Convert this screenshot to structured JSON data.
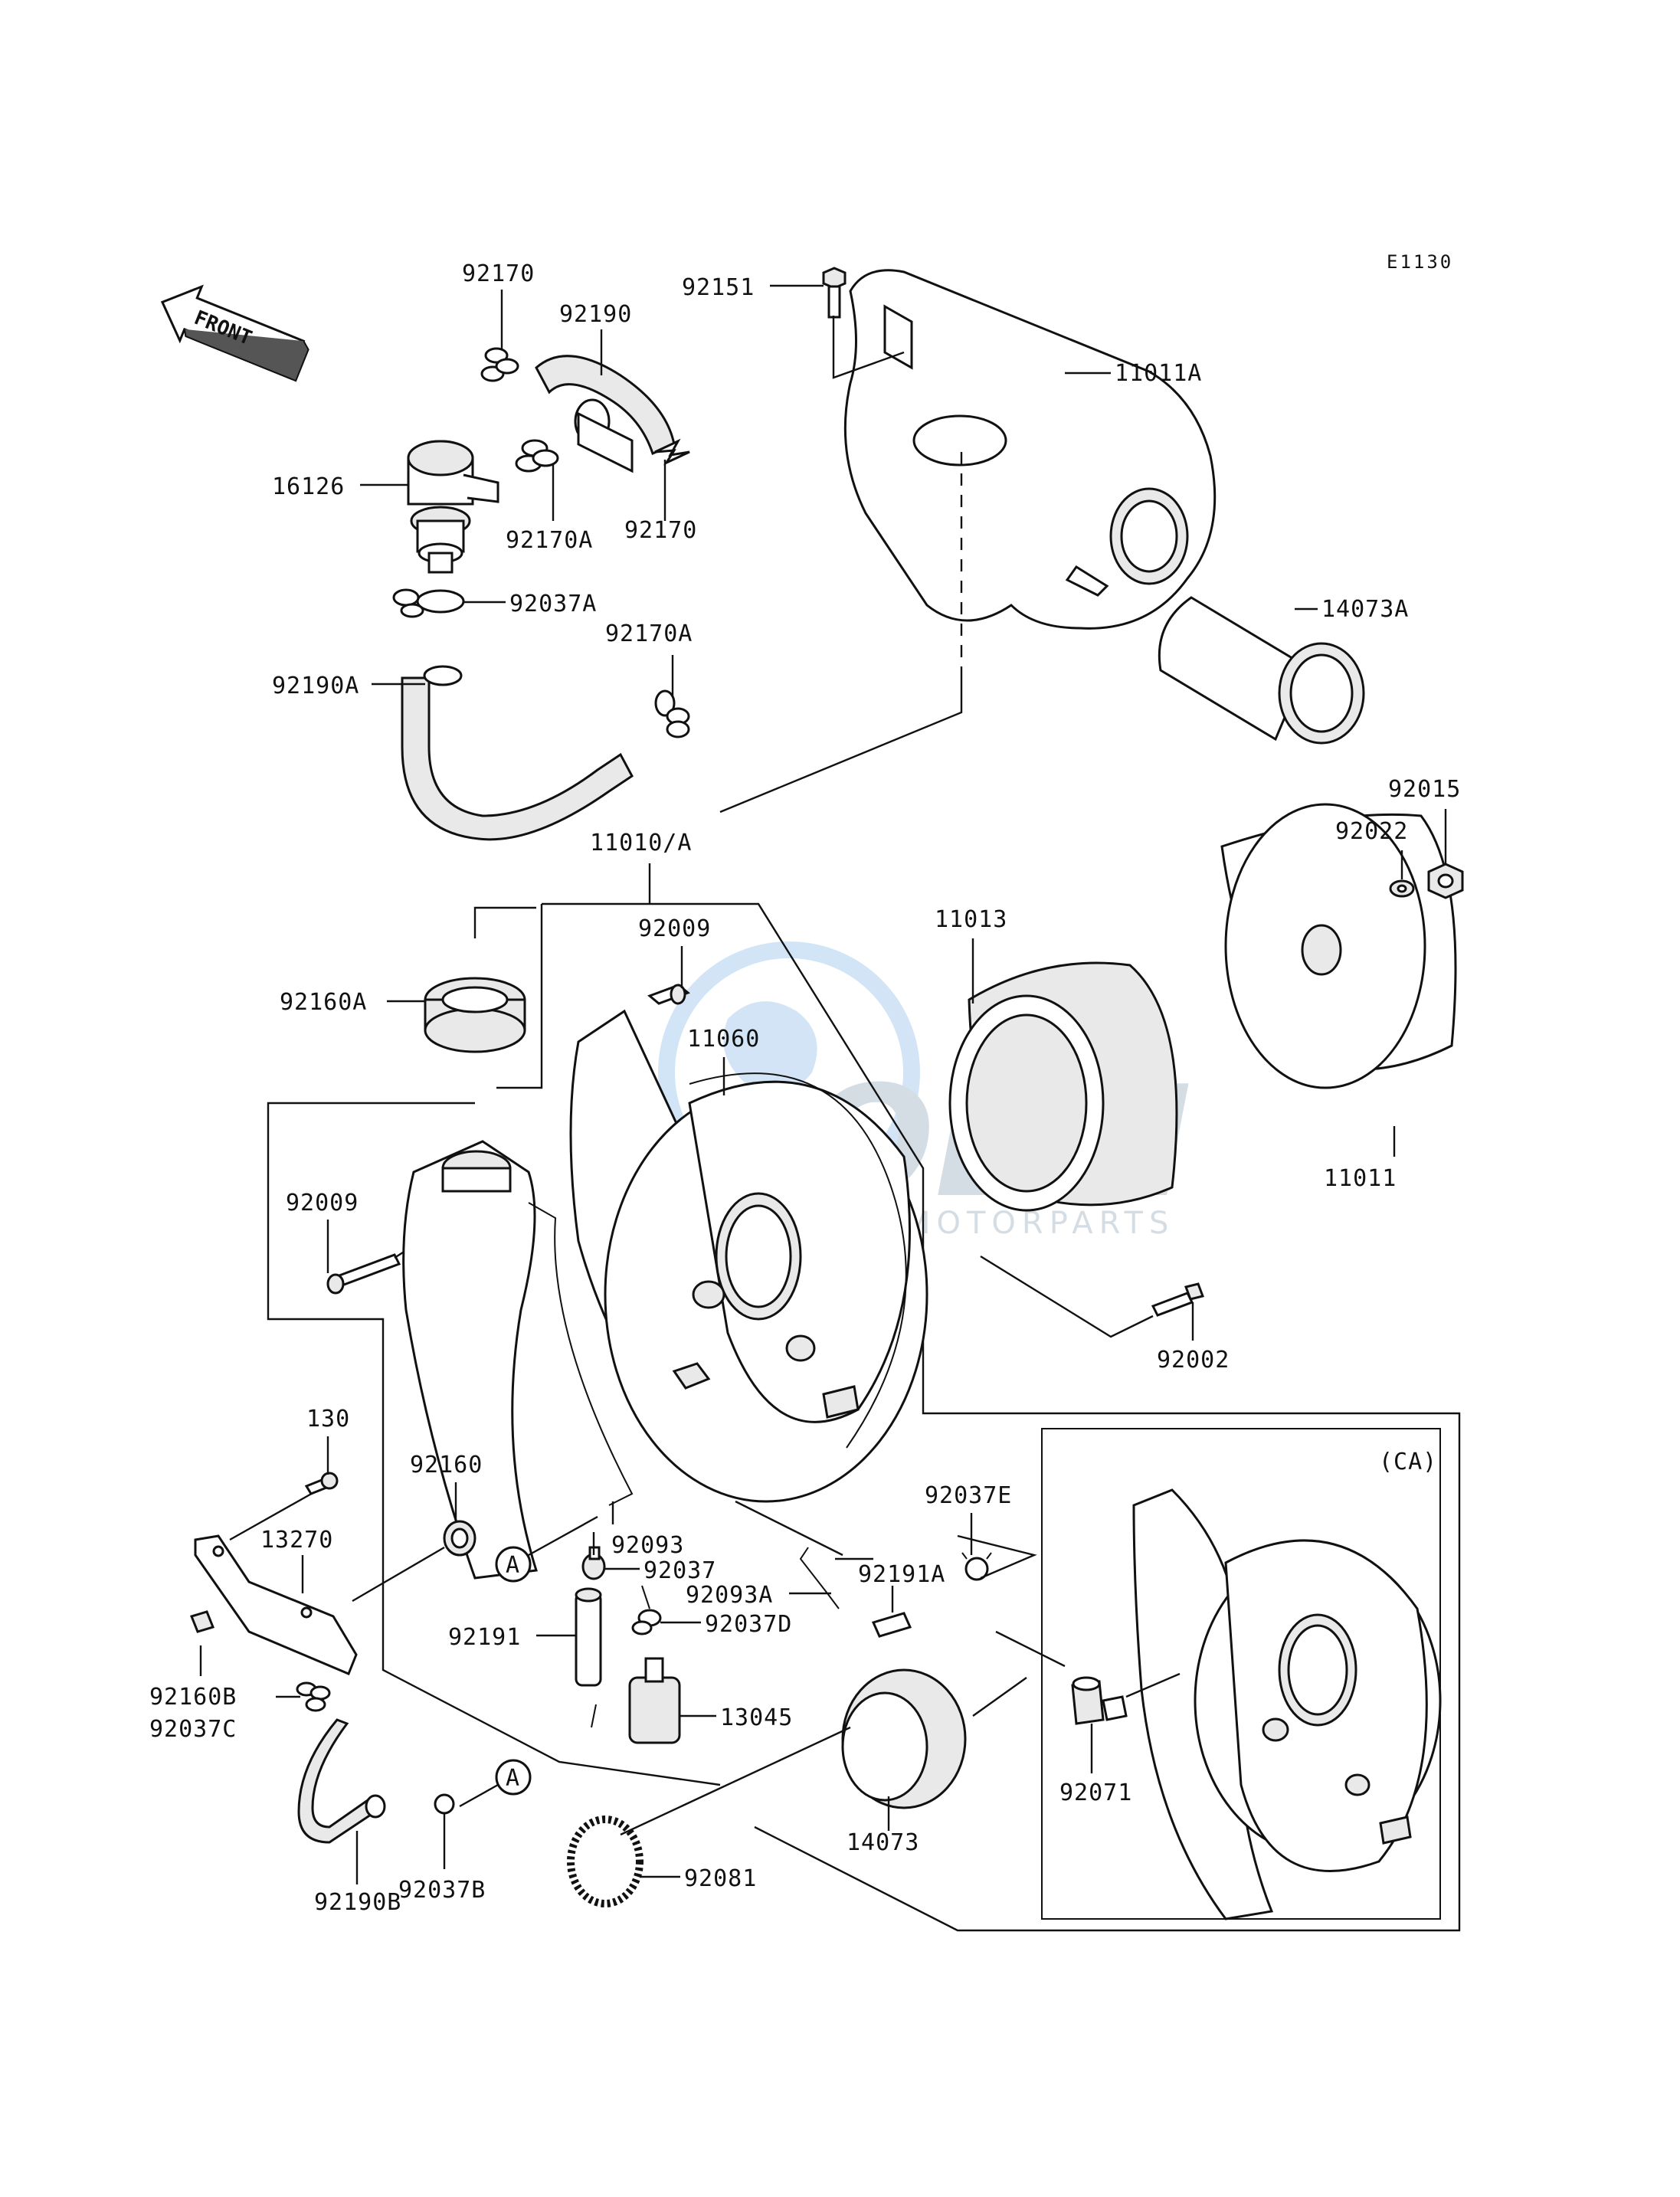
{
  "diagram": {
    "code": "E1130",
    "front_label": "FRONT",
    "ca_label": "(CA)",
    "watermark_main": "OEM",
    "watermark_sub": "MOTORPARTS",
    "ref_a": "A"
  },
  "labels": {
    "p92170_top": "92170",
    "p92190": "92190",
    "p92151": "92151",
    "p11011A": "11011A",
    "p16126": "16126",
    "p92170A": "92170A",
    "p92170_b": "92170",
    "p92037A": "92037A",
    "p92170A_b": "92170A",
    "p14073A": "14073A",
    "p92190A": "92190A",
    "p92015": "92015",
    "p92022": "92022",
    "p11010A": "11010/A",
    "p11013": "11013",
    "p92009_top": "92009",
    "p92160A": "92160A",
    "p11060": "11060",
    "p92009": "92009",
    "p11011": "11011",
    "p92002": "92002",
    "p130": "130",
    "p92160": "92160",
    "p92037E": "92037E",
    "p13270": "13270",
    "p92093": "92093",
    "p92037": "92037",
    "p92191A": "92191A",
    "p92093A": "92093A",
    "p92191": "92191",
    "p92037D": "92037D",
    "p92160B": "92160B",
    "p13045": "13045",
    "p92037C": "92037C",
    "p92071": "92071",
    "p14073": "14073",
    "p92037B": "92037B",
    "p92081": "92081",
    "p92190B": "92190B"
  }
}
